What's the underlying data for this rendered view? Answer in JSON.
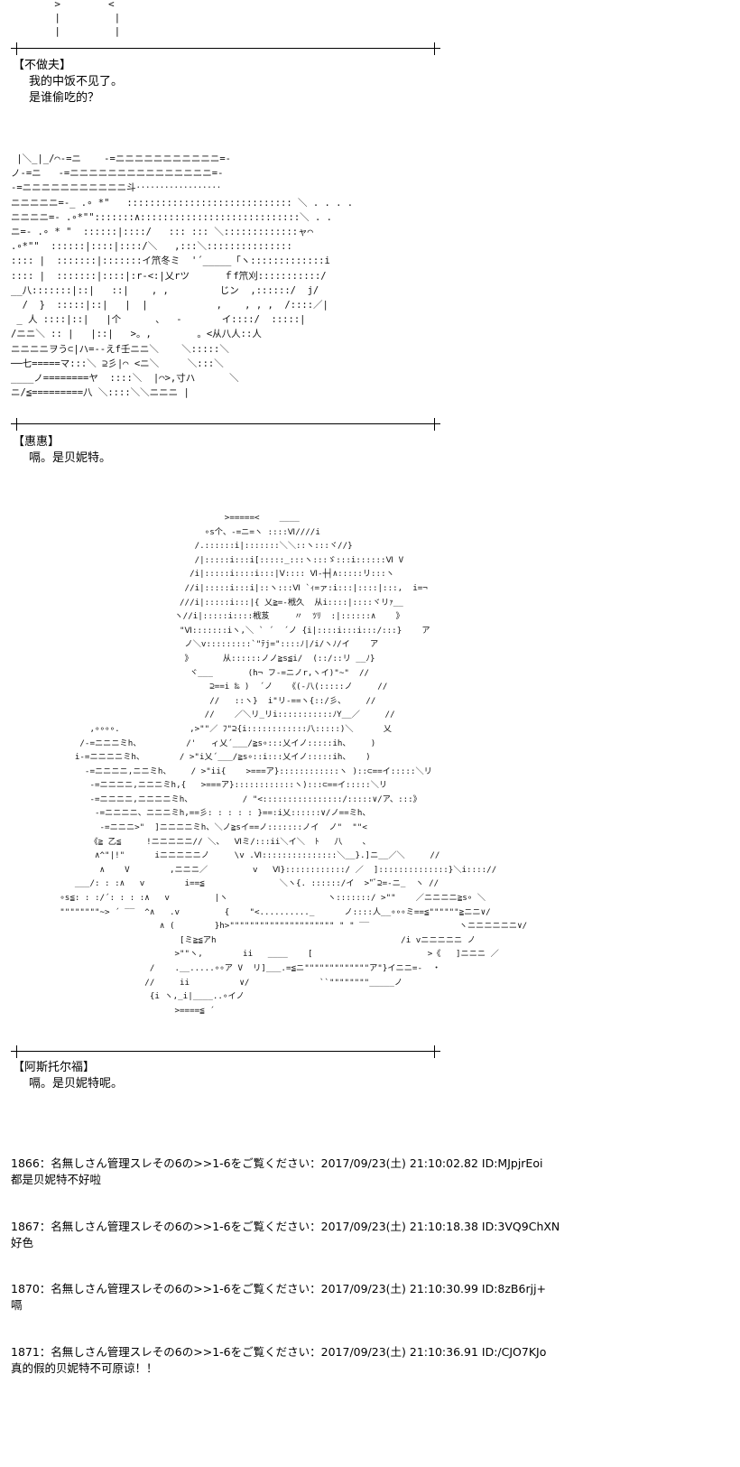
{
  "top_fragment": "       >        <\n       |         |\n       |         |",
  "sections": [
    {
      "speaker": "【不做夫】",
      "lines": [
        "我的中饭不见了。",
        "是谁偷吃的？"
      ]
    },
    {
      "speaker": "【惠惠】",
      "lines": [
        "嗝。是贝妮特。"
      ]
    },
    {
      "speaker": "【阿斯托尔福】",
      "lines": [
        "嗝。是贝妮特呢。"
      ]
    }
  ],
  "art": {
    "scene1": " |＼_|_/⌒-=ニ    -=ニニニニニニニニニニニ=-\nノ-=ニ   -=ニニニニニニニニニニニニニニニ=-\n-=ニニニニニニニニニニニ斗‥‥‥‥‥‥‥‥‥\nニニニニニ=-_ .∘ *\"   ::::::::::::::::::::::::::::: ＼ . . . .\nニニニニ=- .∘*\"\":::::::∧::::::::::::::::::::::::::::＼ . .\nニ=- .∘ * \"  ::::::|::::/   ::: ::: ＼:::::::::::::ャ⌒\n.∘*\"\"  ::::::|::::|::::/＼   ,:::＼:::::::::::::::\n:::: |  :::::::|:::::::イ笊冬ミ  '´_____「ヽ:::::::::::::i\n:::: |  :::::::|::::|:r-<:|乂rツ      ｆf笊刈:::::::::::/\n__八:::::::|::|   ::|    , ,         じン  ,::::::/  j/\n  /  }  :::::|::|   |  |            ,    , , ,  /::::／|\n _ 人 ::::|::|   |个      、  -       イ::::/  :::::|\n/ニニ＼ :: |   |::|   >。,        。<从八人::人\nニニニニヲう⊂|ハ=--えf壬ニニ＼    ＼:::::＼\n──七=====マ:::＼ ⊇彡|⌒ <ニ＼     ＼:::＼\n____ノ========ヤ  ::::＼  |⌒>,寸ハ      ＼\nニ/≦=========八 ＼::::＼＼ニニニ |",
    "scene2": "                                         >=====<    ____\n                                     ∘s个、-=ニ=ヽ ::::Ⅵ////i\n                                   /.::::::i|:::::::＼＼::ヽ:::ヾ//}\n                                   /|:::::i:::i[:::::_:::ヽ:::ゞ:::i::::::Ⅵ V\n                                  /i|:::::i::::i:::|Ⅴ:::: Ⅵ-┼┤∧:::::リ:::ヽ\n                                 //i|:::::i:::i|::ヽ:::Ⅵ `ｨ=ァ:i:::|::::|:::,  i=¬\n                                ///i|:::::i:::|{ 乂≧=-栰久  从i::::|::::ヾリｧ__\n                               ヽ//i|:::::i::::栰芨     〃  ﾂﾘ  :|::::::∧    》\n                                \"Ⅵ:::::::iヽ,＼ ` ´  ´ノ {i|::::i:::i:::/:::}    ア\n                                 ノ＼v:::::::::`\"ﾃj=\"::::ﾉ|/i/ヽﾉ/イ    ア\n                                 》      从::::::ノノ≧s≦i/  (::/::リ __ﾉ}\n                                  ヾ___       (h¬ フ-=ニノr,ヽイ)\"~\"  //\n                                      ⊇==i ‰ )  ´ノ   《(-八(:::::ノ     //\n                                      //   ::ヽ}  i\"リ-==ヽ{::/彡、    //\n                                     //    ／＼リ_リi:::::::::::ﾉY__／     //\n              ,∘∘∘∘.              ,>\"\"／ ﾌ\"⊇{i::::::::::::八:::::)＼      乂\n            /-=ニニニミh、         /'   ィ乂´___/≧s∘:::乂イノ:::::ih、    )\n           i-=ニニニニミh、       / >\"i乂´___/≧s∘::i:::乂イノ:::::ih、   )\n             -=ニニニニ,ニニミh、    / >\"ii{    >===ア}::::::::::::ヽ )::⊂==イ:::::＼リ\n              -=ニニニニ,ニニニミh,{   >===ア}::::::::::::ヽ):::⊂==イ:::::＼リ\n              -=ニニニニ,ニニニニミh、          / \"<::::::::::::::::/:::::∨/ア、:::》\n               -=ニニニニ、ニニニミh,==彡: : : : : }==:i乂::::::∨/ノ==ミh、\n                -=ニニニ>\"  ]ニニニニミh、＼ノ≧sイ==ノ:::::::ノイ  ノ\"  \"\"<\n              《≧ 乙≦     !ニニニニニ// ＼、  Ⅵミ/:::ii＼イ＼  ﾄ   八    、\n               ∧^\"|!\"      iニニニニニノ     \\v .Ⅵ:::::::::::::::＼__}.]ニ__／＼     //\n                ∧    V        ,ニニニ／         v   Ⅵ}::::::::::::/ ／  ]::::::::::::::}＼i:::://\n           ___/: : :∧   v        i==≦               ＼ヽ{. ::::::/イ  >\"ﾞ⊇=-ニ_  ヽ //\n        ∘s≦: : :/´: : : :∧   v         |ヽ                    ヽ:::::::/ >\"\"    ／ニニニニ≧s∘ ＼\n        \"\"\"\"\"\"\"\"~> ´ ‾‾  ^∧   .v         {    \"<.........._      ノ::::人__∘∘∘ミ==≦\"\"\"\"\"\"≧ニニ∨/\n                            ∧ (        }h>\"\"\"\"\"\"\"\"\"\"\"\"\"\"\"\"\"\"\"\"\" \" \" ‾‾                  ヽニニニニニニ∨/\n                                [ミ≧≦アh                                     /i vニニニニニ ノ\n                               >\"\"ヽ,        ii   ____    [                       >《   ]ニニニ ／\n                          /    .__.....∘∘ア V  リ]___.=≦ニ\"\"\"\"\"\"\"\"\"\"\"\"\"ア\"}イニニ=-  ・\n                         //     ii          ∨/              ``\"\"\"\"\"\"\"\"_____ノ\n                          {i ヽ,_i|____..∘イノ\n                               >====≦ ´"
  },
  "posts": [
    {
      "header": "1866：名無しさん管理スレその6の>>1-6をご覧ください：2017/09/23(土) 21:10:02.82 ID:MJpjrEoi",
      "body": "都是贝妮特不好啦"
    },
    {
      "header": "1867：名無しさん管理スレその6の>>1-6をご覧ください：2017/09/23(土) 21:10:18.38 ID:3VQ9ChXN",
      "body": "好色"
    },
    {
      "header": "1870：名無しさん管理スレその6の>>1-6をご覧ください：2017/09/23(土) 21:10:30.99 ID:8zB6rjj+",
      "body": "嗝"
    },
    {
      "header": "1871：名無しさん管理スレその6の>>1-6をご覧ください：2017/09/23(土) 21:10:36.91 ID:/CJO7KJo",
      "body": "真的假的贝妮特不可原谅！！"
    }
  ]
}
